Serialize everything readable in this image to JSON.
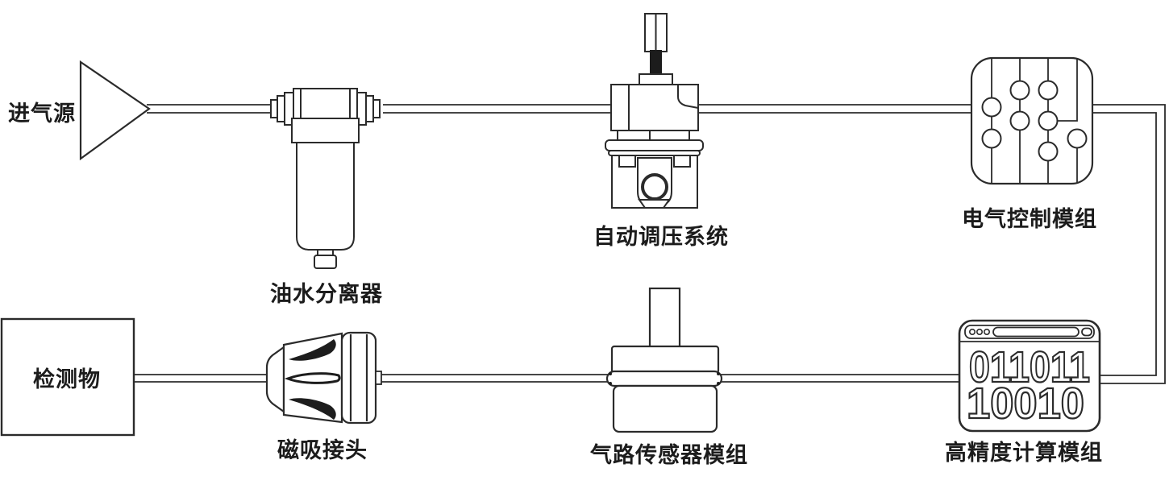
{
  "diagram": {
    "background": "#ffffff",
    "line_color": "#2b2b2b",
    "text_color": "#1c1c1c",
    "components": {
      "intake_source": {
        "label": "进气源"
      },
      "oil_water_separator": {
        "label": "油水分离器"
      },
      "auto_pressure_system": {
        "label": "自动调压系统"
      },
      "electric_control_module": {
        "label": "电气控制模组"
      },
      "test_object": {
        "label": "检测物"
      },
      "magnetic_connector": {
        "label": "磁吸接头"
      },
      "gas_sensor_module": {
        "label": "气路传感器模组"
      },
      "computing_module": {
        "label": "高精度计算模组",
        "display_line1": "011011",
        "display_line2": "10010"
      }
    }
  }
}
